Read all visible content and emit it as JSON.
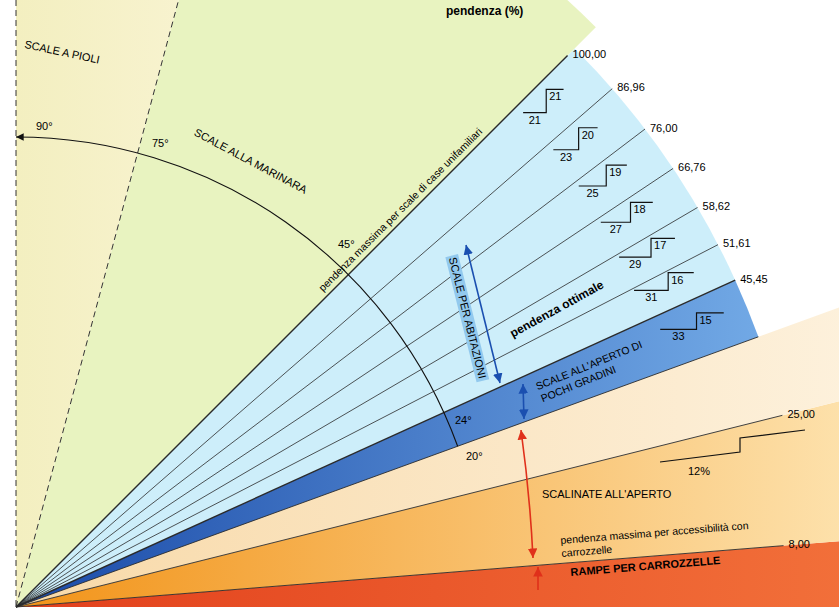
{
  "diagram": {
    "title": "pendenza (%)",
    "labels": [
      "SCALE A PIOLI",
      "90°",
      "75°",
      "SCALE ALLA MARINARA",
      "pendenza massima per scale di case unifamiliari",
      "45°",
      "SCALE PER ABITAZIONI",
      "pendenza ottimale",
      "SCALE ALL'APERTO DI POCHI GRADINI",
      "24°",
      "20°",
      "SCALINATE ALL'APERTO",
      "pendenza massima per accessibilità con carrozzelle",
      "RAMPE PER CARROZZELLE",
      "100,00",
      "86,96",
      "76,00",
      "66,76",
      "58,62",
      "51,61",
      "45,45",
      "25,00",
      "8,00",
      "21",
      "21",
      "20",
      "23",
      "19",
      "25",
      "18",
      "27",
      "17",
      "29",
      "16",
      "31",
      "15",
      "33",
      "12%"
    ]
  }
}
